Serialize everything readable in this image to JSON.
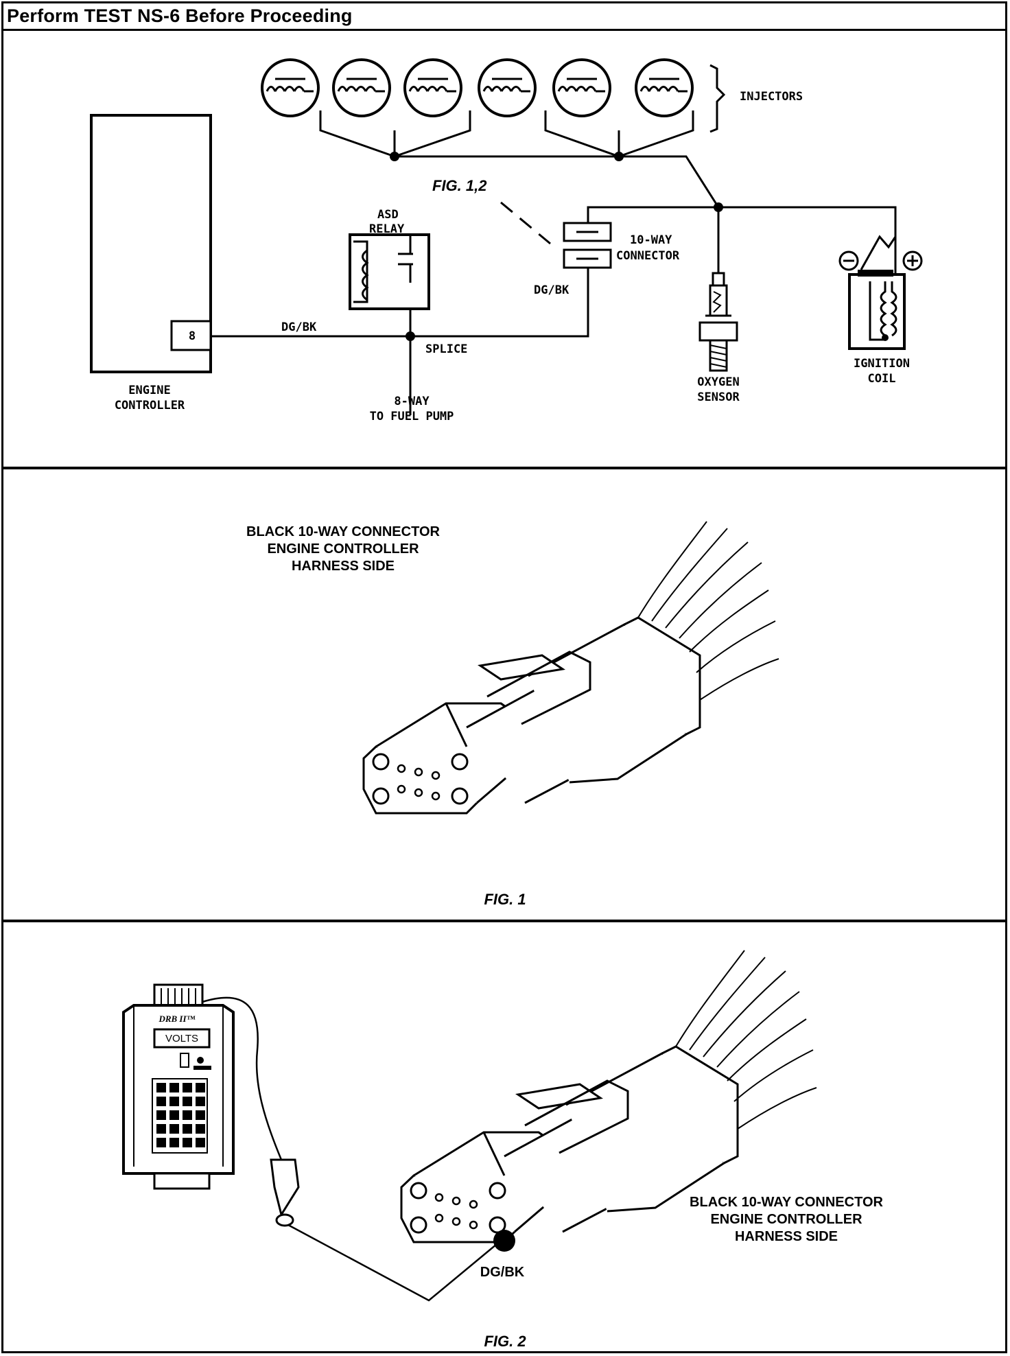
{
  "header": {
    "title": "Perform TEST NS-6 Before Proceeding"
  },
  "schematic": {
    "injectors_label": "INJECTORS",
    "fig_ref": "FIG. 1,2",
    "asd_relay": [
      "ASD",
      "RELAY"
    ],
    "connector_10way": [
      "10-WAY",
      "CONNECTOR"
    ],
    "wire_dgbk_upper": "DG/BK",
    "wire_dgbk_lower": "DG/BK",
    "splice": "SPLICE",
    "ecu_pin": "8",
    "engine_controller": [
      "ENGINE",
      "CONTROLLER"
    ],
    "fuel_pump": [
      "8-WAY",
      "TO FUEL PUMP"
    ],
    "oxygen_sensor": [
      "OXYGEN",
      "SENSOR"
    ],
    "ignition_coil": [
      "IGNITION",
      "COIL"
    ]
  },
  "fig1": {
    "caption_lines": [
      "BLACK 10-WAY CONNECTOR",
      "ENGINE CONTROLLER",
      "HARNESS SIDE"
    ],
    "label": "FIG. 1"
  },
  "fig2": {
    "tester_brand": "DRB II™",
    "tester_display": "VOLTS",
    "caption_lines": [
      "BLACK 10-WAY CONNECTOR",
      "ENGINE CONTROLLER",
      "HARNESS SIDE"
    ],
    "wire_label": "DG/BK",
    "label": "FIG. 2"
  }
}
